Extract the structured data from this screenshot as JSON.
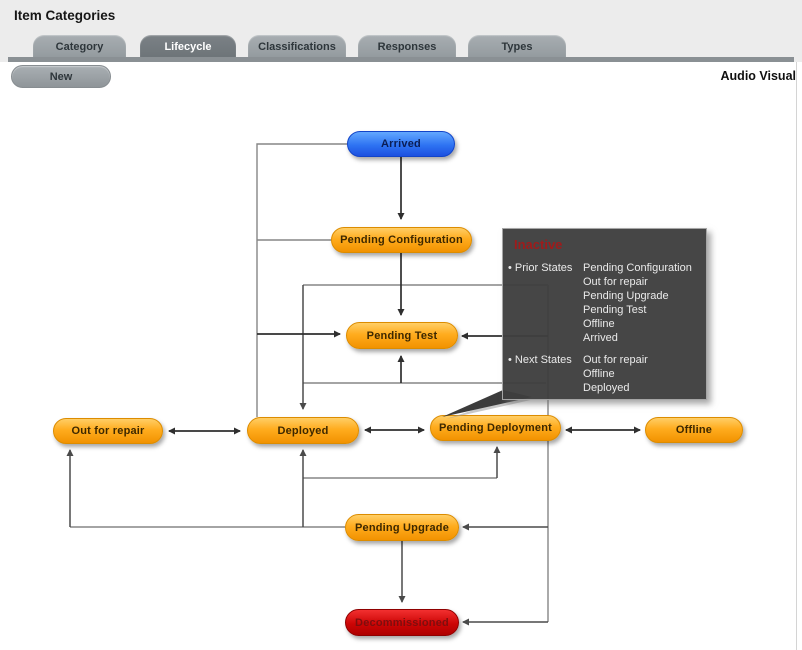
{
  "header": {
    "title": "Item Categories"
  },
  "tabs": [
    {
      "label": "Category",
      "active": false
    },
    {
      "label": "Lifecycle",
      "active": true
    },
    {
      "label": "Classifications",
      "active": false
    },
    {
      "label": "Responses",
      "active": false
    },
    {
      "label": "Types",
      "active": false
    }
  ],
  "toolbar": {
    "new_button": "New",
    "category_name": "Audio Visual"
  },
  "diagram": {
    "nodes": [
      {
        "id": "arrived",
        "label": "Arrived",
        "color": "blue"
      },
      {
        "id": "pending-configuration",
        "label": "Pending Configuration",
        "color": "orange"
      },
      {
        "id": "pending-test",
        "label": "Pending Test",
        "color": "orange"
      },
      {
        "id": "out-for-repair",
        "label": "Out for repair",
        "color": "orange"
      },
      {
        "id": "deployed",
        "label": "Deployed",
        "color": "orange"
      },
      {
        "id": "pending-deployment",
        "label": "Pending Deployment",
        "color": "orange"
      },
      {
        "id": "offline",
        "label": "Offline",
        "color": "orange"
      },
      {
        "id": "pending-upgrade",
        "label": "Pending Upgrade",
        "color": "orange"
      },
      {
        "id": "decommissioned",
        "label": "Decommissioned",
        "color": "red"
      }
    ],
    "colors": {
      "orange": "#F79A00",
      "blue": "#2E6BEF",
      "red": "#C40000",
      "connector_gray": "#868686",
      "connector_dark": "#2F2F2F"
    }
  },
  "tooltip": {
    "title": "Inactive",
    "title_color": "#9E1B1B",
    "prior_label": "Prior States",
    "prior_states": [
      "Pending Configuration",
      "Out for repair",
      "Pending Upgrade",
      "Pending Test",
      "Offline",
      "Arrived"
    ],
    "next_label": "Next States",
    "next_states": [
      "Out for repair",
      "Offline",
      "Deployed"
    ]
  }
}
